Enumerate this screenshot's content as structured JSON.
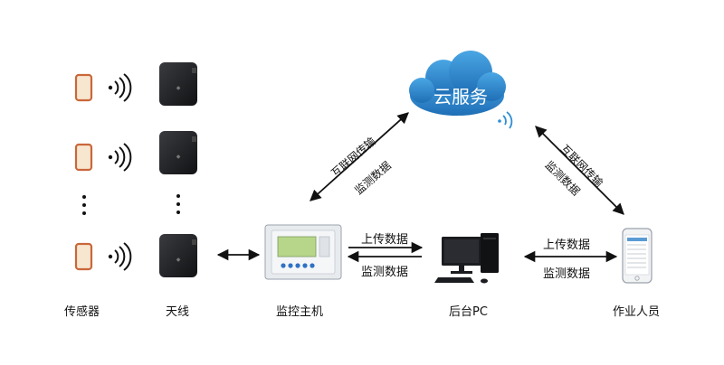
{
  "cloud": {
    "label": "云服务"
  },
  "nodes": {
    "sensor": "传感器",
    "antenna": "天线",
    "host": "监控主机",
    "pc": "后台PC",
    "staff": "作业人员"
  },
  "links": {
    "host_pc_top": "上传数据",
    "host_pc_bottom": "监测数据",
    "pc_staff_top": "上传数据",
    "pc_staff_bottom": "监测数据",
    "cloud_host_line1": "互联网传输",
    "cloud_host_line2": "监测数据",
    "cloud_staff_line1": "互联网传输",
    "cloud_staff_line2": "监测数据"
  },
  "colors": {
    "cloud": "#2f8fd4",
    "cloud_dark": "#1d6fb5",
    "sensor_fill": "#f7e6d0",
    "sensor_border": "#c9673a",
    "antenna_body": "#1e1f22",
    "host_screen": "#b7d68a",
    "host_buttons": "#2f72c4",
    "arrow": "#111111"
  }
}
